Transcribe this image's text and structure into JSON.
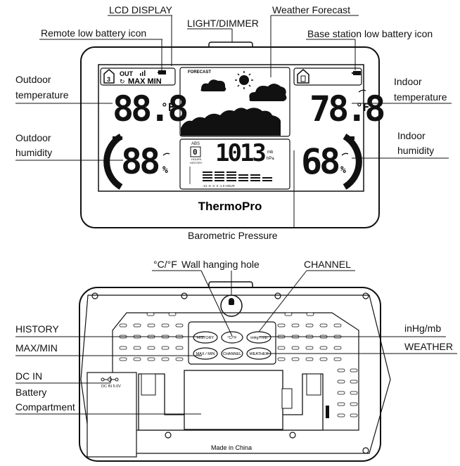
{
  "front": {
    "labels": {
      "lcd_display": "LCD DISPLAY",
      "weather_forecast": "Weather Forecast",
      "remote_low_battery": "Remote low battery icon",
      "light_dimmer": "LIGHT/DIMMER",
      "base_low_battery": "Base station low battery icon",
      "outdoor_temp_1": "Outdoor",
      "outdoor_temp_2": "temperature",
      "indoor_temp_1": "Indoor",
      "indoor_temp_2": "temperature",
      "outdoor_hum_1": "Outdoor",
      "outdoor_hum_2": "humidity",
      "indoor_hum_1": "Indoor",
      "indoor_hum_2": "humidity",
      "barometric": "Barometric  Pressure"
    },
    "screen": {
      "channel": "3",
      "out_text": "OUT",
      "max_min": "MAX MIN",
      "outdoor_temp": "88.8",
      "temp_unit": "°F",
      "outdoor_humidity": "88",
      "percent": "%",
      "forecast_title": "FORECAST",
      "pressure_value": "1013",
      "pressure_unit_1": "mb",
      "pressure_unit_2": "hPa",
      "abs": "ABS",
      "hours": "HOURS",
      "history": "HISTORY",
      "hours_digit": "0",
      "chart_axis": "-12   -6   -3   -2   -1   0   HOUR",
      "indoor_temp": "78.8",
      "indoor_humidity": "68"
    },
    "brand": "ThermoPro"
  },
  "back": {
    "labels": {
      "celsius_fahrenheit": "°C/°F",
      "wall_hanging_hole": "Wall hanging hole",
      "channel": "CHANNEL",
      "history": "HISTORY",
      "max_min": "MAX/MIN",
      "dc_in": "DC IN",
      "battery_1": "Battery",
      "battery_2": "Compartment",
      "inhg_mb": "inHg/mb",
      "weather": "WEATHER"
    },
    "buttons": {
      "history": "HISTORY",
      "cf": "°C/°F",
      "inhg": "inHg / mb",
      "maxmin": "MAX / MIN",
      "channel": "CHANNEL",
      "weather": "WEATHER"
    },
    "dc_label": "DC IN 5.0V",
    "made_in": "Made in China"
  },
  "colors": {
    "ink": "#111111",
    "bg": "#ffffff"
  }
}
